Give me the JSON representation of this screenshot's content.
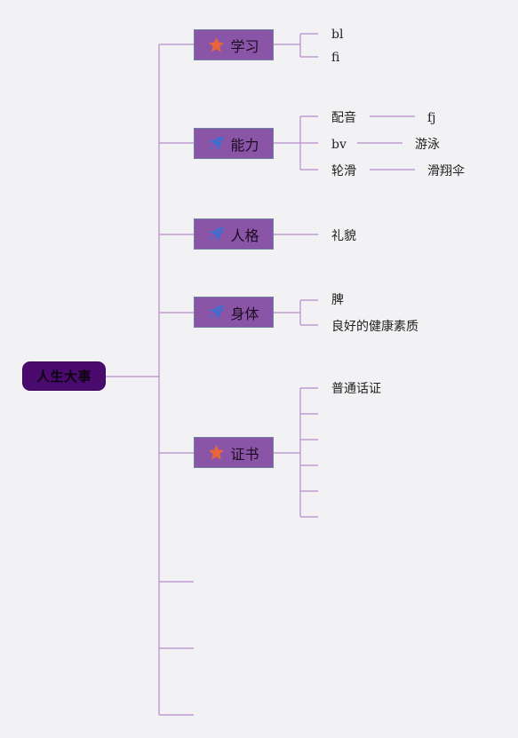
{
  "root": {
    "label": "人生大事"
  },
  "categories": [
    {
      "label": "学习",
      "icon": "star-icon",
      "children": [
        {
          "label": "bl"
        },
        {
          "label": "fi"
        }
      ]
    },
    {
      "label": "能力",
      "icon": "rocket-icon",
      "children": [
        {
          "label": "配音",
          "child": "fj"
        },
        {
          "label": "bv",
          "child": "游泳"
        },
        {
          "label": "轮滑",
          "child": "滑翔伞"
        }
      ]
    },
    {
      "label": "人格",
      "icon": "rocket-icon",
      "children": [
        {
          "label": "礼貌"
        }
      ]
    },
    {
      "label": "身体",
      "icon": "rocket-icon",
      "children": [
        {
          "label": "脾"
        },
        {
          "label": "良好的健康素质"
        }
      ]
    },
    {
      "label": "证书",
      "icon": "star-icon",
      "children": [
        {
          "label": "普通话证"
        },
        {
          "label": ""
        },
        {
          "label": ""
        },
        {
          "label": ""
        },
        {
          "label": ""
        },
        {
          "label": ""
        }
      ]
    }
  ],
  "empty_branch_count": 3,
  "colors": {
    "background": "#f2f1f4",
    "root_fill": "#4b0a6e",
    "category_fill": "#8a55a6",
    "line": "#b58cc9",
    "star": "#e8663a",
    "rocket": "#3b6fd1"
  }
}
